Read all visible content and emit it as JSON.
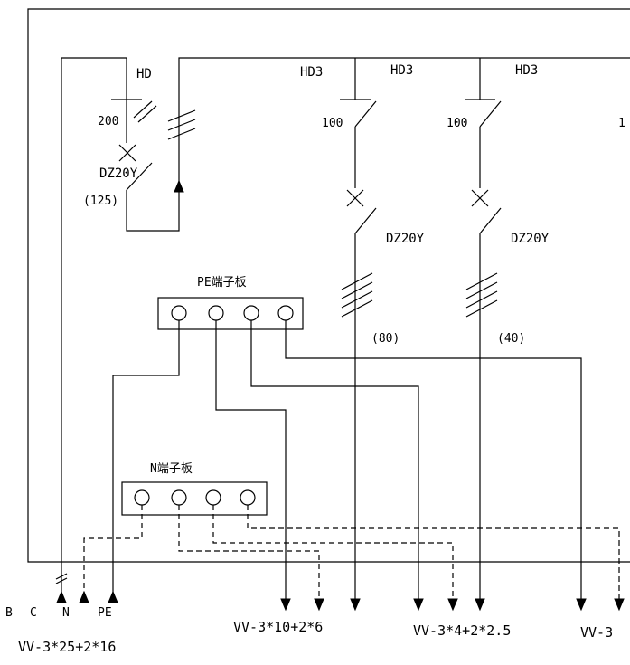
{
  "labels": {
    "hd_main": "HD",
    "hd3_1": "HD3",
    "hd3_2": "HD3",
    "hd3_3": "HD3",
    "main_rating": "200",
    "b1_rating": "100",
    "b2_rating": "100",
    "b3_rating_partial": "1",
    "main_breaker": "DZ20Y",
    "main_setting": "(125)",
    "b1_breaker": "DZ20Y",
    "b2_breaker": "DZ20Y",
    "b1_setting": "(80)",
    "b2_setting": "(40)",
    "pe_bar": "PE端子板",
    "n_bar": "N端子板",
    "phase_b": "B",
    "phase_c": "C",
    "neutral": "N",
    "pe": "PE",
    "cable_main": "VV-3*25+2*16",
    "cable_b1": "VV-3*10+2*6",
    "cable_b2": "VV-3*4+2*2.5",
    "cable_b3_partial": "VV-3"
  }
}
